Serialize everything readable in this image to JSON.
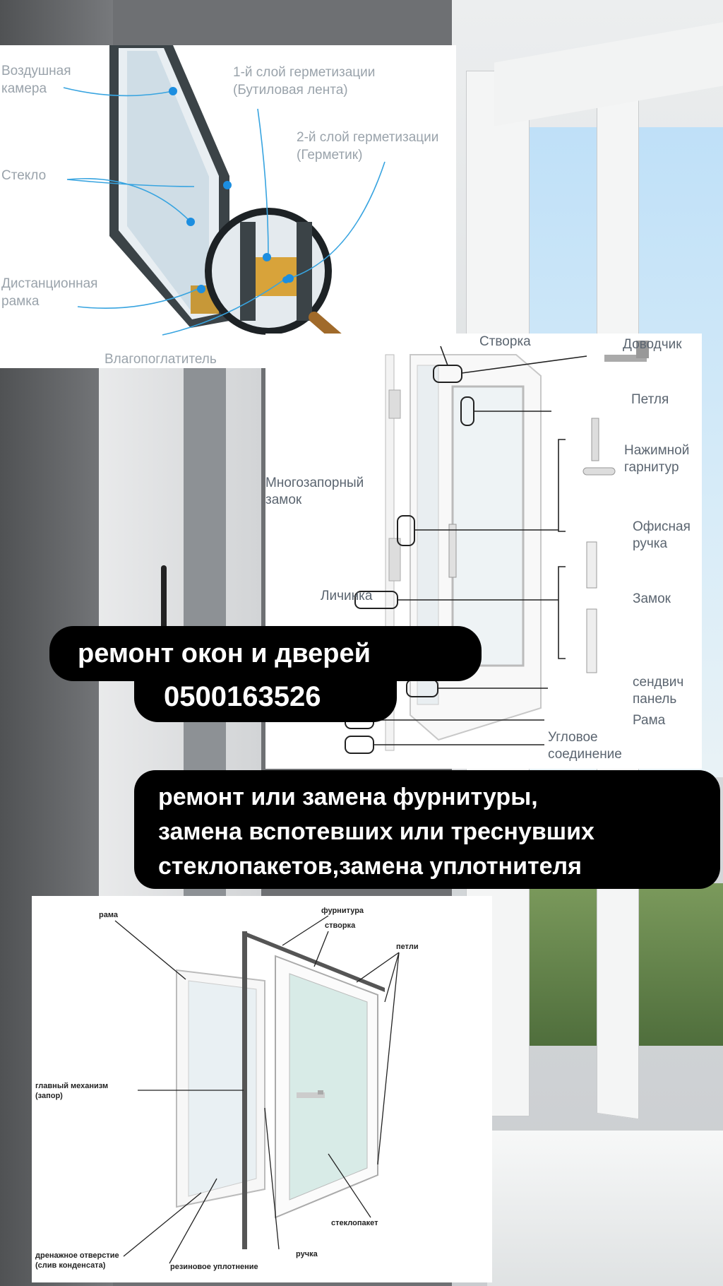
{
  "glass_unit": {
    "air_chamber": "Воздушная\nкамера",
    "seal_1": "1-й слой герметизации\n(Бутиловая лента)",
    "seal_2": "2-й слой герметизации\n(Герметик)",
    "glass": "Стекло",
    "spacer": "Дистанционная\nрамка",
    "desiccant": "Влагопоглатитель"
  },
  "door": {
    "sash": "Створка",
    "closer": "Доводчик",
    "hinge": "Петля",
    "push_set": "Нажимной\nгарнитур",
    "multipoint_lock": "Многозапорный\nзамок",
    "office_handle": "Офисная\nручка",
    "cylinder": "Личинка",
    "lock": "Замок",
    "sandwich": "сендвич\nпанель",
    "frame": "Рама",
    "corner_joint": "Угловое\nсоединение"
  },
  "banner_1": {
    "line1": "ремонт окон и дверей",
    "phone": "0500163526"
  },
  "banner_2": {
    "line1": "ремонт или замена фурнитуры,",
    "line2": "замена вспотевших или треснувших",
    "line3": "стеклопакетов,замена уплотнителя"
  },
  "window": {
    "frame": "рама",
    "hardware": "фурнитура",
    "sash": "створка",
    "hinges": "петли",
    "main_mechanism": "главный механизм\n(запор)",
    "glass_unit": "стеклопакет",
    "drain": "дренажное отверстие\n(слив конденсата)",
    "rubber_seal": "резиновое уплотнение",
    "handle": "ручка"
  },
  "colors": {
    "accent_blue": "#1c8ee0",
    "banner": "#000000",
    "banner_text": "#ffffff"
  }
}
